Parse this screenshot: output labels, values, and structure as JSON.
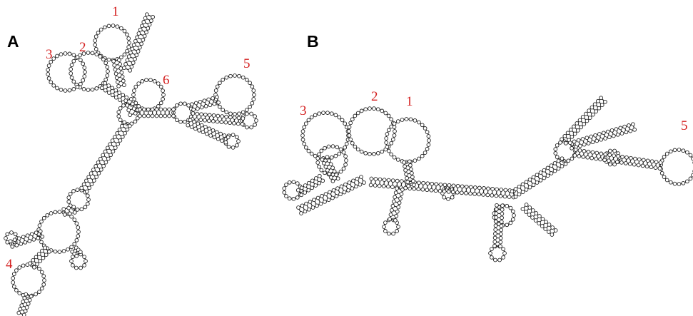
{
  "colors": {
    "loop_number": "#d42020",
    "ink": "#222222",
    "background": "#ffffff"
  },
  "panels": {
    "a": {
      "label": "A",
      "loop_numbers": [
        "1",
        "2",
        "3",
        "4",
        "5",
        "6"
      ]
    },
    "b": {
      "label": "B",
      "loop_numbers": [
        "1",
        "2",
        "3",
        "5"
      ]
    }
  }
}
